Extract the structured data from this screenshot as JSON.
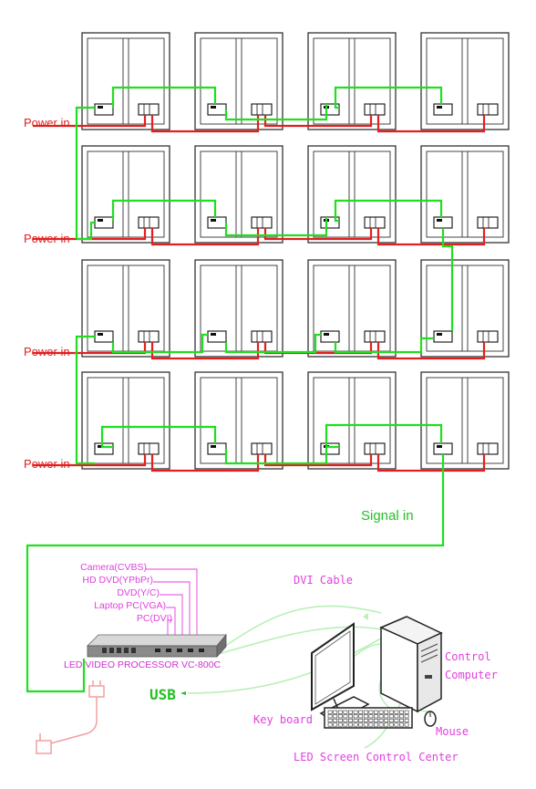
{
  "labels": {
    "power_in": [
      "Power in",
      "Power in",
      "Power in",
      "Power in"
    ],
    "signal_in": "Signal in",
    "sources": [
      "Camera(CVBS)",
      "HD DVD(YPbPr)",
      "DVD(Y/C)",
      "Laptop PC(VGA)",
      "PC(DVI)"
    ],
    "processor": "LED VIDEO PROCESSOR  VC-800C",
    "dvi_cable": "DVI Cable",
    "usb": "USB",
    "control_computer": [
      "Control",
      "Computer"
    ],
    "keyboard": "Key board",
    "mouse": "Mouse",
    "control_center": "LED Screen Control Center"
  },
  "colors": {
    "signal": "#22dd22",
    "power": "#e02020",
    "frame": "#333333",
    "label_pink": "#e040e0",
    "pale_green": "#b8f0b8"
  },
  "grid": {
    "rows": 4,
    "cols": 4
  }
}
